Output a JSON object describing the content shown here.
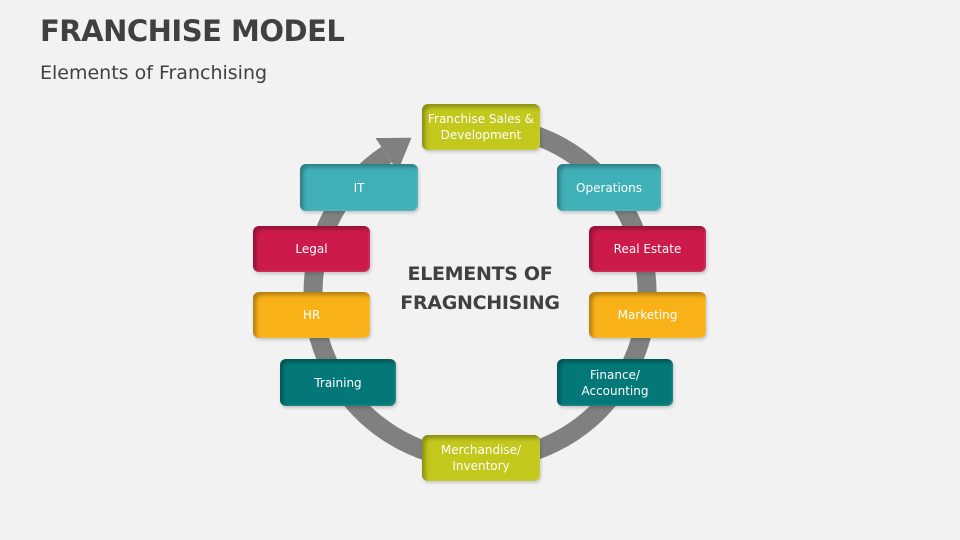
{
  "header": {
    "title": "FRANCHISE MODEL",
    "subtitle": "Elements of Franchising"
  },
  "diagram": {
    "center_label_line1": "ELEMENTS OF",
    "center_label_line2": "FRAGNCHISING",
    "cycle_arrow_color": "#808080",
    "cycle_direction": "clockwise",
    "elements": [
      {
        "id": "franchise-sales",
        "label": "Franchise Sales &\nDevelopment",
        "color": "#c2c81c"
      },
      {
        "id": "operations",
        "label": "Operations",
        "color": "#40b0b8"
      },
      {
        "id": "real-estate",
        "label": "Real Estate",
        "color": "#cc1a4a"
      },
      {
        "id": "marketing",
        "label": "Marketing",
        "color": "#f8b218"
      },
      {
        "id": "finance",
        "label": "Finance/\nAccounting",
        "color": "#047878"
      },
      {
        "id": "merchandise",
        "label": "Merchandise/\nInventory",
        "color": "#c2c81c"
      },
      {
        "id": "training",
        "label": "Training",
        "color": "#047878"
      },
      {
        "id": "hr",
        "label": "HR",
        "color": "#f8b218"
      },
      {
        "id": "legal",
        "label": "Legal",
        "color": "#cc1a4a"
      },
      {
        "id": "it",
        "label": "IT",
        "color": "#40b0b8"
      }
    ]
  }
}
